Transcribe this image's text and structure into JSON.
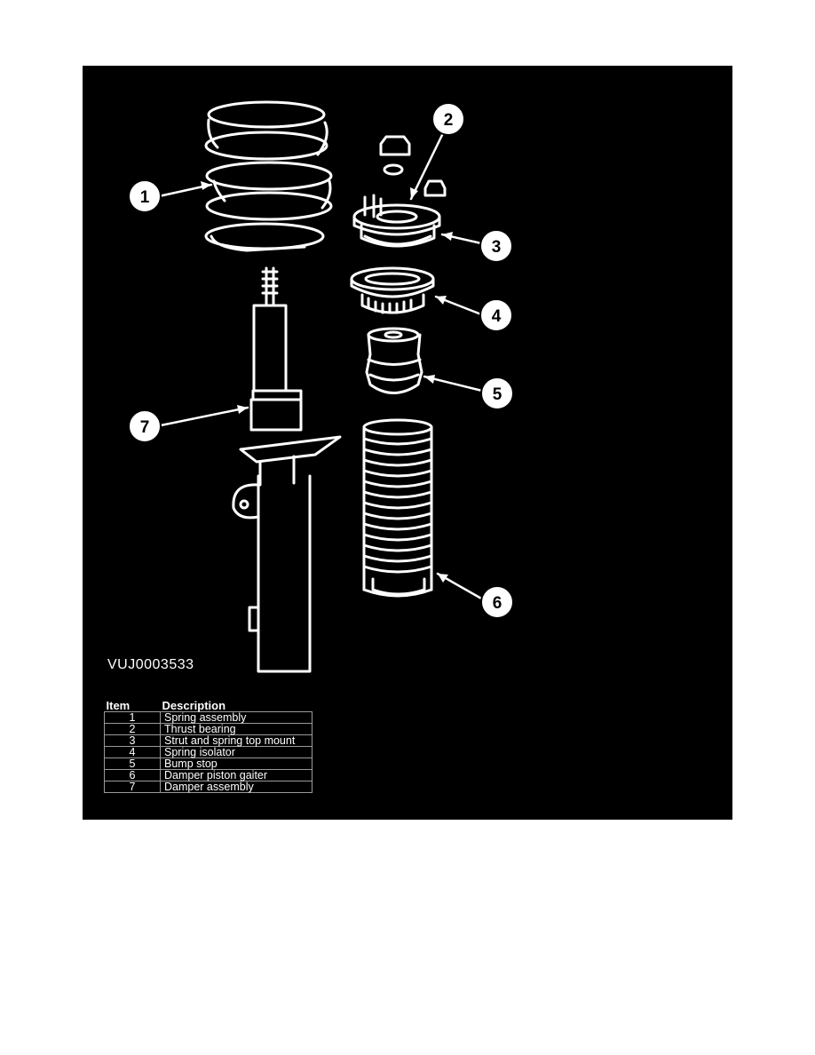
{
  "figure_ref": "VUJ0003533",
  "callouts": [
    "1",
    "2",
    "3",
    "4",
    "5",
    "6",
    "7"
  ],
  "legend": {
    "header_item": "Item",
    "header_description": "Description",
    "rows": [
      {
        "item": "1",
        "description": "Spring assembly"
      },
      {
        "item": "2",
        "description": "Thrust bearing"
      },
      {
        "item": "3",
        "description": "Strut and spring top mount"
      },
      {
        "item": "4",
        "description": "Spring isolator"
      },
      {
        "item": "5",
        "description": "Bump stop"
      },
      {
        "item": "6",
        "description": "Damper piston gaiter"
      },
      {
        "item": "7",
        "description": "Damper assembly"
      }
    ]
  },
  "colors": {
    "background": "#000000",
    "line": "#ffffff"
  }
}
